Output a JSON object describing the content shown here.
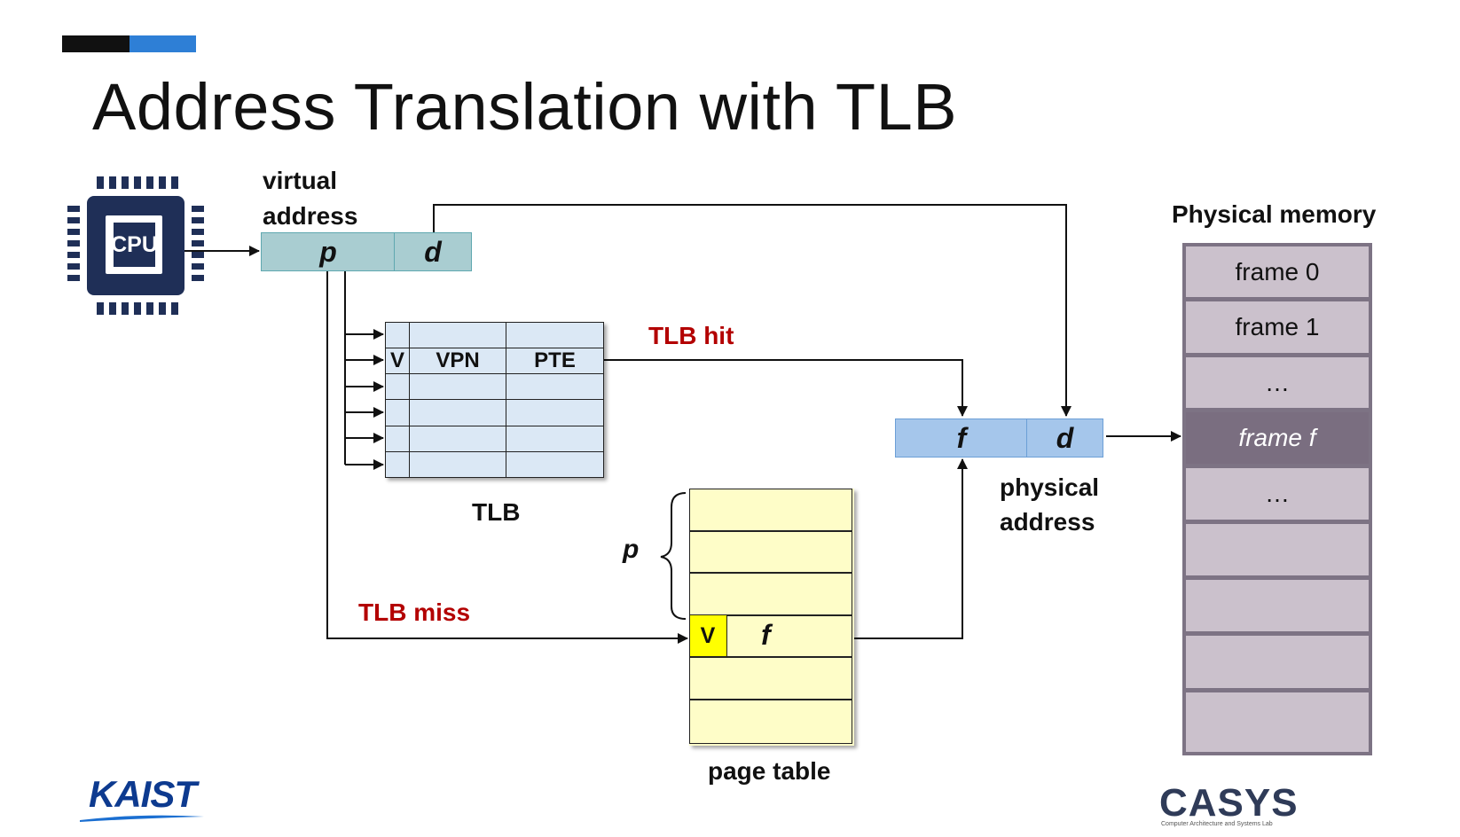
{
  "slide": {
    "title": "Address Translation with TLB",
    "accent_colors": [
      "#111111",
      "#2e7fd6"
    ]
  },
  "cpu": {
    "label": "CPU",
    "icon": "cpu-chip-icon"
  },
  "virtual_address": {
    "label_line1": "virtual",
    "label_line2": "address",
    "fields": [
      "p",
      "d"
    ]
  },
  "tlb": {
    "headers": [
      "V",
      "VPN",
      "PTE"
    ],
    "caption": "TLB",
    "hit_label": "TLB hit",
    "miss_label": "TLB miss"
  },
  "page_table": {
    "caption": "page table",
    "brace_label": "p",
    "entry": {
      "valid": "V",
      "frame": "f"
    }
  },
  "physical_address": {
    "label_line1": "physical",
    "label_line2": "address",
    "fields": [
      "f",
      "d"
    ]
  },
  "physical_memory": {
    "title": "Physical memory",
    "frames": [
      "frame 0",
      "frame 1",
      "…",
      "frame f",
      "…",
      "",
      "",
      "",
      ""
    ]
  },
  "logos": {
    "left": "KAIST",
    "right": "CASYS",
    "right_sub": "Computer Architecture and Systems Lab"
  },
  "colors": {
    "highlight": "#b30000",
    "virtual_address_fill": "#a9cdd1",
    "physical_address_fill": "#a5c6eb",
    "tlb_fill": "#dbe8f5",
    "page_table_fill": "#fefdc8",
    "valid_bit_fill": "#ffff00",
    "memory_frame_fill": "#cbc1cc",
    "memory_selected_fill": "#7a6e80"
  }
}
